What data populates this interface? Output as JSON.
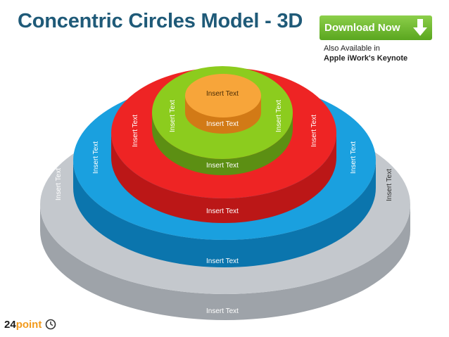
{
  "header": {
    "title": "Concentric Circles Model - 3D",
    "download_label": "Download Now",
    "availability_line1": "Also Available in",
    "availability_line2": "Apple iWork's Keynote"
  },
  "logo": {
    "number": "24",
    "word": "point"
  },
  "diagram": {
    "layers": [
      {
        "name": "gray",
        "top_color": "#c4c8cd",
        "side_color": "#9ea3a9",
        "front_label": "Insert Text",
        "left_label": "Insert Text",
        "right_label": "Insert Text"
      },
      {
        "name": "blue",
        "top_color": "#1aa0df",
        "side_color": "#0b75ad",
        "front_label": "Insert Text",
        "left_label": "Insert Text",
        "right_label": "Insert Text"
      },
      {
        "name": "red",
        "top_color": "#ee2424",
        "side_color": "#bb1717",
        "front_label": "Insert Text",
        "left_label": "Insert Text",
        "right_label": "Insert Text"
      },
      {
        "name": "green",
        "top_color": "#8ccc1e",
        "side_color": "#5c8f13",
        "front_label": "Insert Text",
        "left_label": "Insert Text",
        "right_label": "Insert Text"
      },
      {
        "name": "orange",
        "top_color": "#f7a53a",
        "side_color": "#d27a16",
        "front_label": "Insert Text",
        "top_label": "Insert Text"
      }
    ]
  },
  "icons": {
    "download": "download-arrow-icon",
    "clock": "clock-icon"
  }
}
